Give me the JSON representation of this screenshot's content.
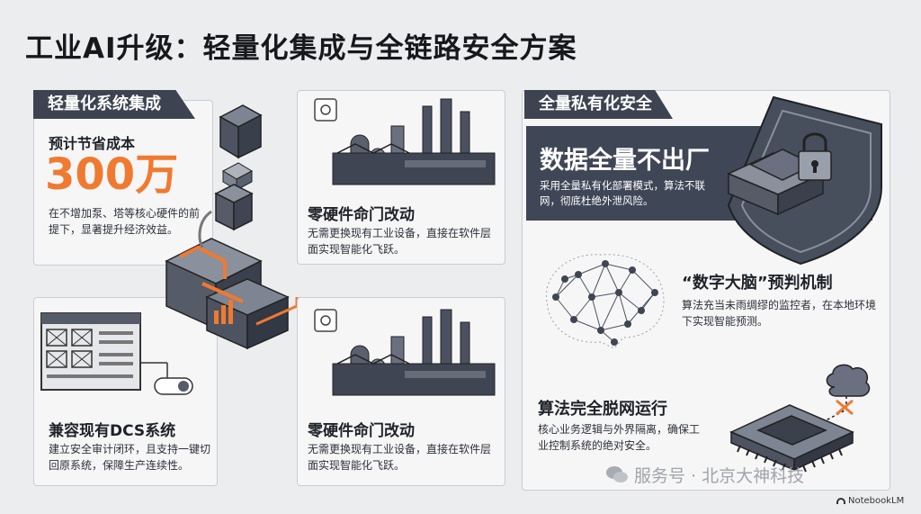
{
  "title": "工业AI升级：轻量化集成与全链路安全方案",
  "left_card": {
    "tab": "轻量化系统集成",
    "saving_label": "预计节省成本",
    "saving_value": "300万",
    "saving_desc": "在不增加泵、塔等核心硬件的前提下，显著提升经济效益。"
  },
  "left_bottom_card": {
    "heading": "兼容现有DCS系统",
    "desc": "建立安全审计闭环，且支持一键切回原系统，保障生产连续性。"
  },
  "mid_top_card": {
    "heading": "零硬件命门改动",
    "desc": "无需更换现有工业设备，直接在软件层面实现智能化飞跃。"
  },
  "mid_bottom_card": {
    "heading": "零硬件命门改动",
    "desc": "无需更换现有工业设备，直接在软件层面实现智能化飞跃。"
  },
  "right_panel": {
    "tab": "全量私有化安全",
    "headline": "数据全量不出厂",
    "headline_desc": "采用全量私有化部署模式，算法不联网，彻底杜绝外泄风险。",
    "brain_heading": "“数字大脑”预判机制",
    "brain_desc": "算法充当未雨绸缪的监控者，在本地环境下实现智能预测。",
    "offline_heading": "算法完全脱网运行",
    "offline_desc": "核心业务逻辑与外界隔离，确保工业控制系统的绝对安全。"
  },
  "watermark": "服务号 · 北京大神科技",
  "badge": "NotebookLM",
  "colors": {
    "accent": "#f07a2f",
    "dark": "#3f4656"
  }
}
